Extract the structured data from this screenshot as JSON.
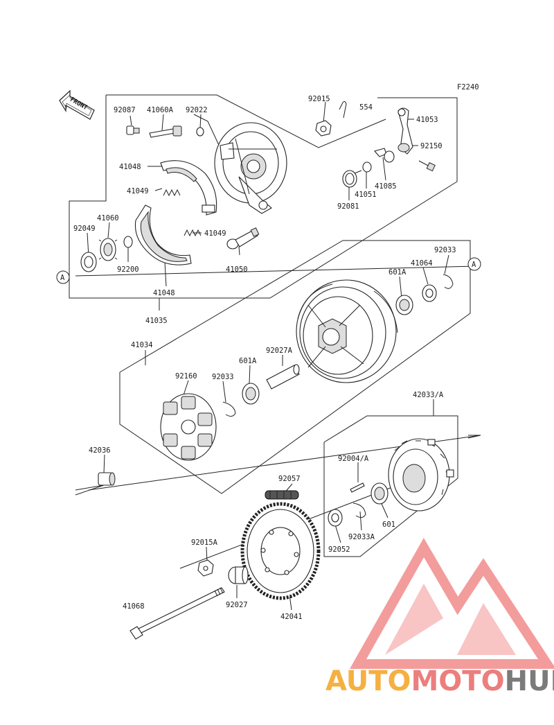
{
  "figure_code": "F2240",
  "front_arrow": "FRONT",
  "ref_marker": "A",
  "parts": {
    "p92087": "92087",
    "p41060A": "41060A",
    "p92022": "92022",
    "p92015": "92015",
    "p554": "554",
    "p41053": "41053",
    "p92150": "92150",
    "p41048a": "41048",
    "p41049a": "41049",
    "p41085": "41085",
    "p41051": "41051",
    "p92081": "92081",
    "p41060": "41060",
    "p92049": "92049",
    "p41049b": "41049",
    "p92200": "92200",
    "p41050": "41050",
    "p41048b": "41048",
    "p41035": "41035",
    "p92033a": "92033",
    "p41064": "41064",
    "p601Aa": "601A",
    "p41034": "41034",
    "p92027A": "92027A",
    "p92160": "92160",
    "p92033b": "92033",
    "p601Ab": "601A",
    "p42033A": "42033/A",
    "p42036": "42036",
    "p92004A": "92004/A",
    "p92057": "92057",
    "p601": "601",
    "p92033A": "92033A",
    "p92052": "92052",
    "p92015A": "92015A",
    "p41068": "41068",
    "p92027": "92027",
    "p42041": "42041"
  },
  "watermark": {
    "part1": "AUTO",
    "part2": "MOTO",
    "part3": "HUB"
  },
  "colors": {
    "watermark_orange": "#f5b041",
    "watermark_red": "#ec7e7e",
    "watermark_gray": "#7b7b7b",
    "logo_red": "#f28b8b"
  }
}
